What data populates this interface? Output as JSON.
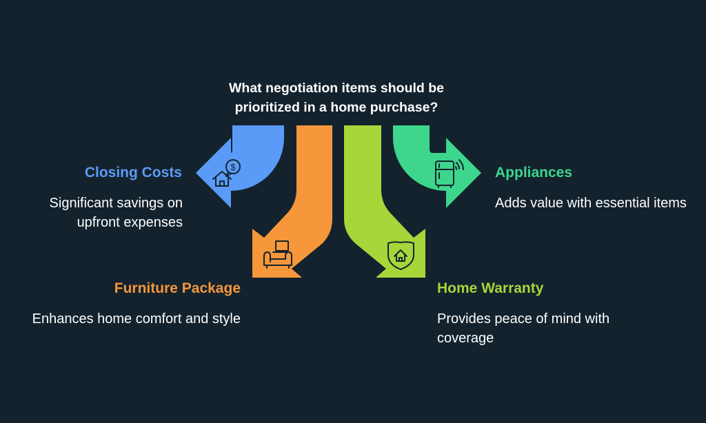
{
  "title": "What negotiation items should be prioritized in a home purchase?",
  "items": [
    {
      "label": "Closing Costs",
      "description": "Significant savings on upfront expenses",
      "color": "#5b9bf8",
      "icon": "house-dollar-icon"
    },
    {
      "label": "Furniture Package",
      "description": "Enhances home comfort and style",
      "color": "#f5973a",
      "icon": "sofa-icon"
    },
    {
      "label": "Home Warranty",
      "description": "Provides peace of mind with coverage",
      "color": "#a6d63a",
      "icon": "shield-home-icon"
    },
    {
      "label": "Appliances",
      "description": "Adds value with essential items",
      "color": "#3dd68c",
      "icon": "smart-fridge-icon"
    }
  ]
}
